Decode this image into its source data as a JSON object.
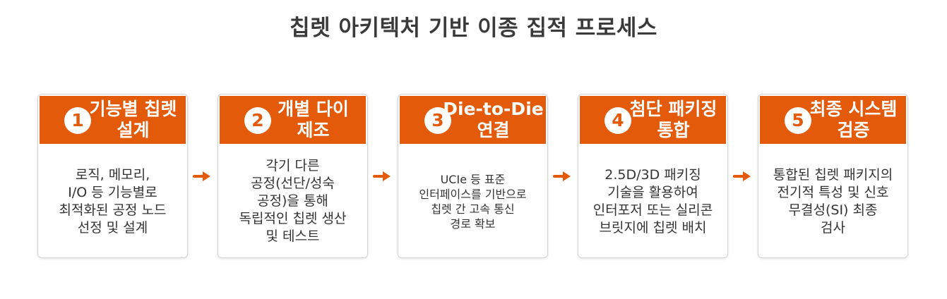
{
  "title": "칩렛 아키텍처 기반 이종 집적 프로세스",
  "accent_color": "#e35a0a",
  "arrow_icon": "arrow-right-icon",
  "steps": [
    {
      "number": "1",
      "title_lines": [
        "기능별 칩렛",
        "설계"
      ],
      "body_lines": [
        "로직, 메모리,",
        "I/O 등 기능별로",
        "최적화된 공정 노드",
        "선정 및 설계"
      ]
    },
    {
      "number": "2",
      "title_lines": [
        "개별 다이",
        "제조"
      ],
      "body_lines": [
        "각기 다른",
        "공정(선단/성숙",
        "공정)을 통해",
        "독립적인 칩렛 생산",
        "및 테스트"
      ]
    },
    {
      "number": "3",
      "title_lines": [
        "Die-to-Die",
        "연결"
      ],
      "body_lines": [
        "UCIe 등 표준",
        "인터페이스를 기반으로",
        "칩렛 간 고속 통신",
        "경로 확보"
      ]
    },
    {
      "number": "4",
      "title_lines": [
        "첨단 패키징",
        "통합"
      ],
      "body_lines": [
        "2.5D/3D 패키징",
        "기술을 활용하여",
        "인터포저 또는 실리콘",
        "브릿지에 칩렛 배치"
      ]
    },
    {
      "number": "5",
      "title_lines": [
        "최종 시스템",
        "검증"
      ],
      "body_lines": [
        "통합된 칩렛 패키지의",
        "전기적 특성 및 신호",
        "무결성(SI) 최종",
        "검사"
      ]
    }
  ]
}
